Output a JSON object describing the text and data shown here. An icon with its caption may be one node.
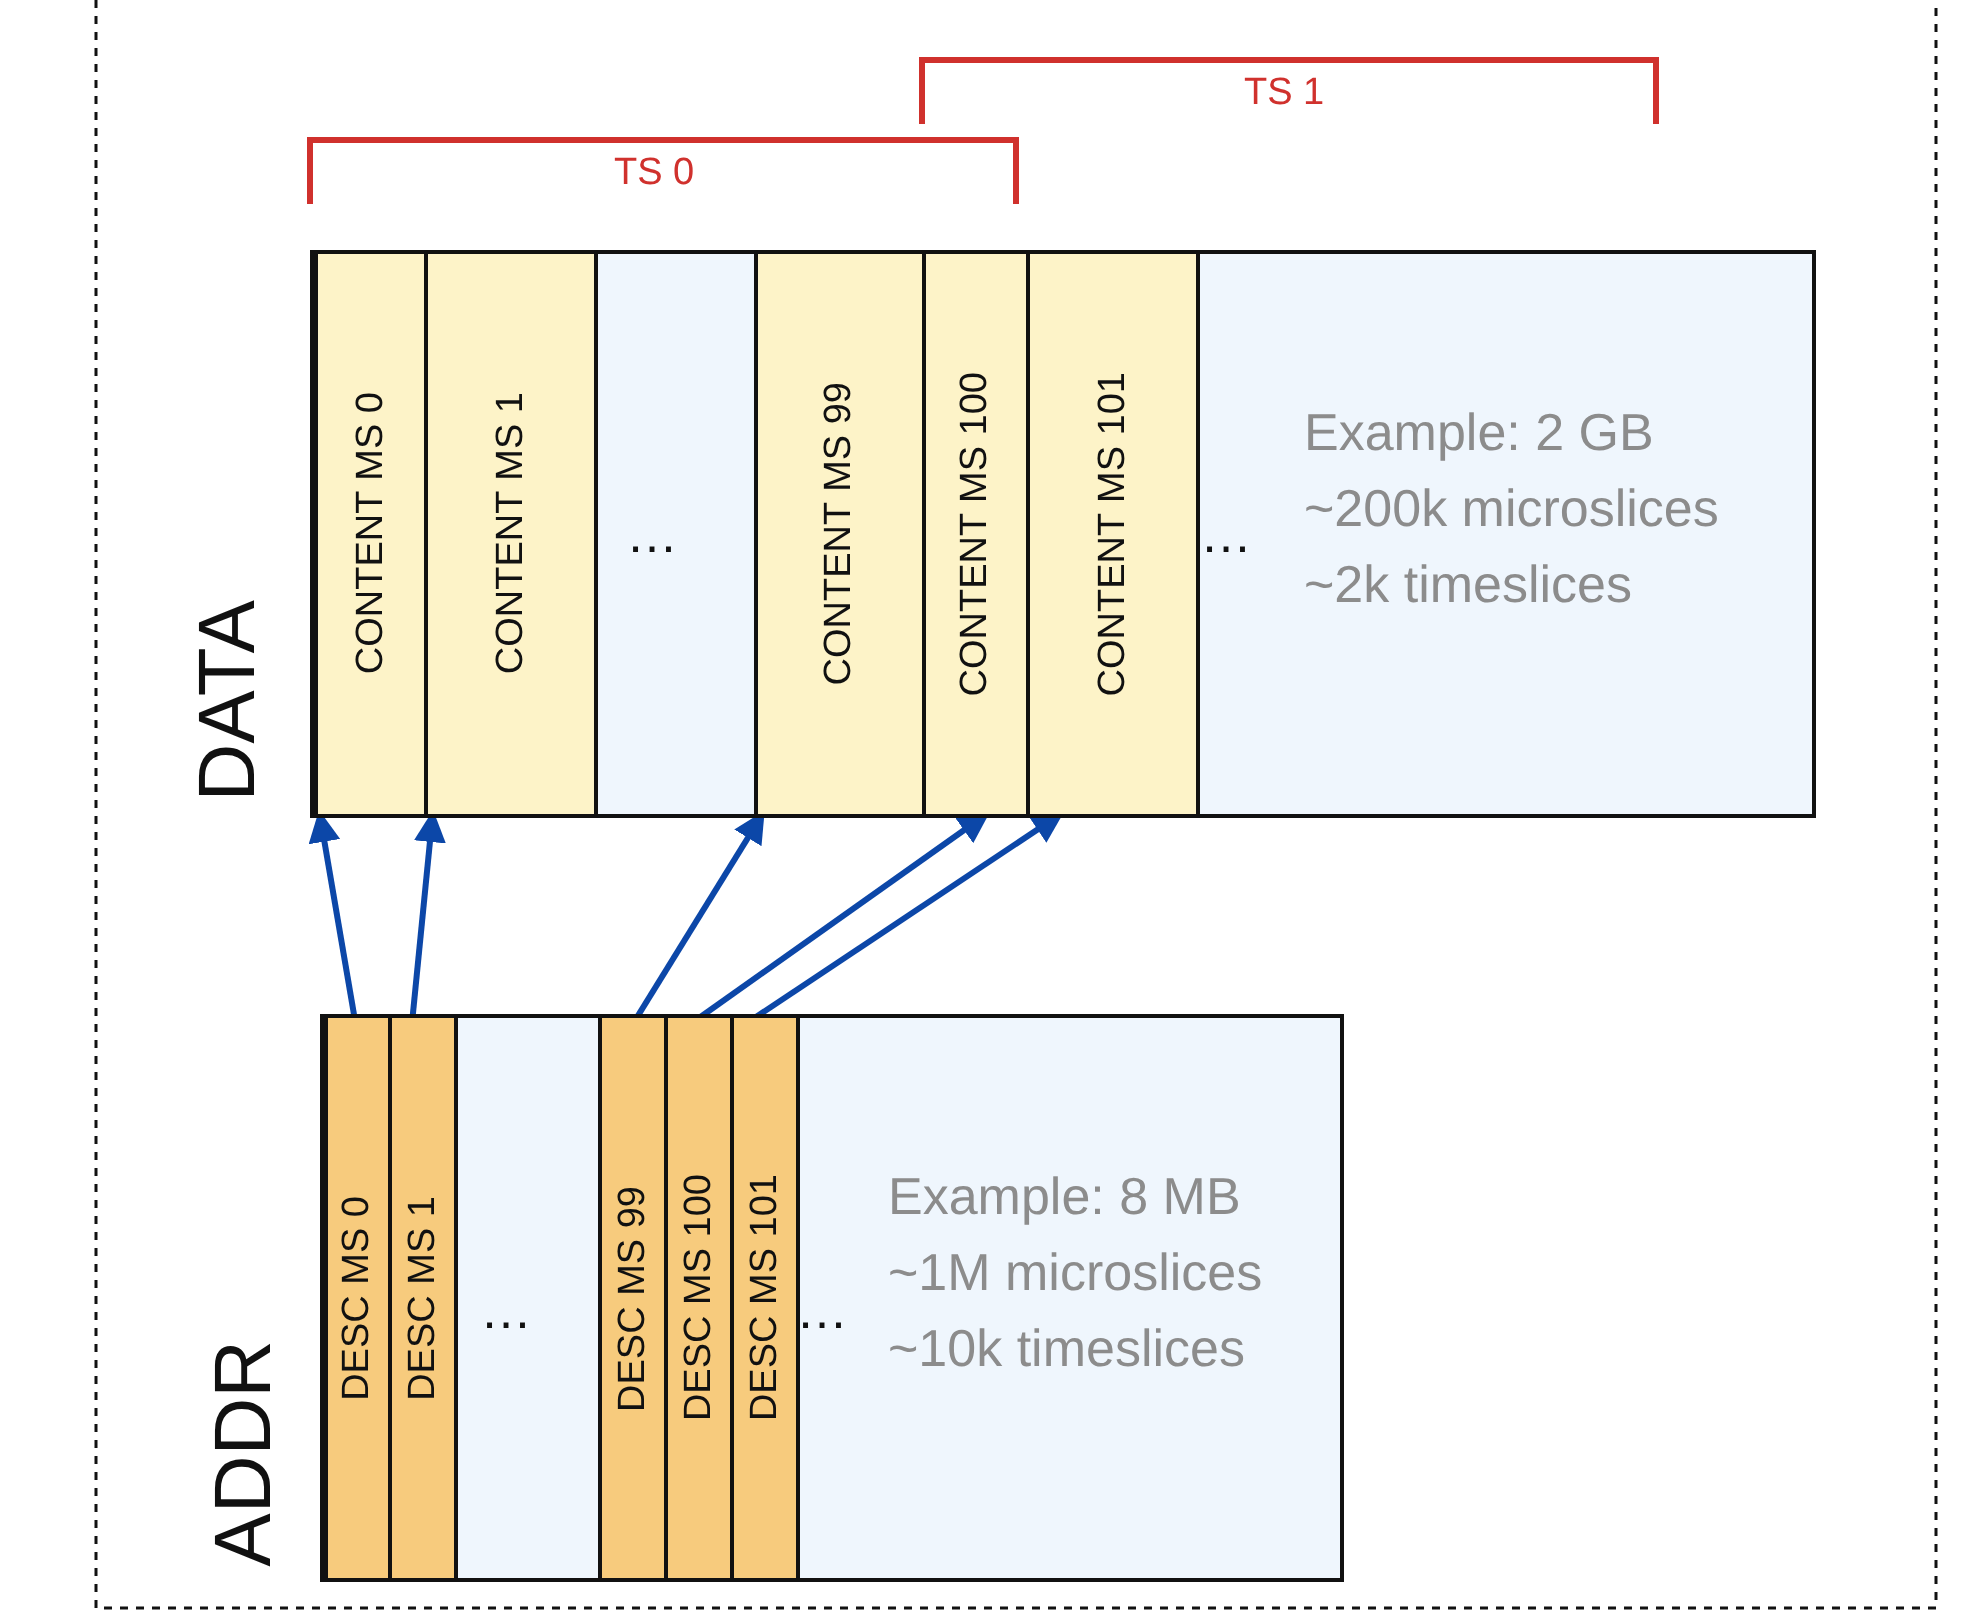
{
  "diagram": {
    "nodes": [
      {
        "text": [
          "DATA",
          "Example: 2 GB ~200k microslices ~2k timeslices"
        ]
      },
      {
        "text": [
          "CONTENT MS 0"
        ],
        "in": 0
      },
      {
        "text": [
          "CONTENT MS 1"
        ],
        "in": 0
      },
      {
        "text": [
          "CONTENT MS 99"
        ],
        "in": 0
      },
      {
        "text": [
          "CONTENT MS 100"
        ],
        "in": 0
      },
      {
        "text": [
          "CONTENT MS 101"
        ],
        "in": 0
      },
      {
        "text": [
          "ADDR",
          "Example: 8 MB ~1M microslices ~10k timeslices"
        ]
      },
      {
        "text": [
          "DESC MS 0"
        ],
        "in": 6
      },
      {
        "text": [
          "DESC MS 1"
        ],
        "in": 6
      },
      {
        "text": [
          "DESC MS 99"
        ],
        "in": 6
      },
      {
        "text": [
          "DESC MS 100"
        ],
        "in": 6
      },
      {
        "text": [
          "DESC MS 101"
        ],
        "in": 6
      }
    ],
    "edges": [
      {
        "from": 7,
        "to": 1,
        "arrow": "to"
      },
      {
        "from": 8,
        "to": 2,
        "arrow": "to"
      },
      {
        "from": 9,
        "to": 3,
        "arrow": "to"
      },
      {
        "from": 10,
        "to": 4,
        "arrow": "to"
      },
      {
        "from": 11,
        "to": 5,
        "arrow": "to"
      }
    ],
    "labels": [
      "TS 1",
      "TS 0",
      "…",
      "…",
      "…",
      "…"
    ]
  }
}
